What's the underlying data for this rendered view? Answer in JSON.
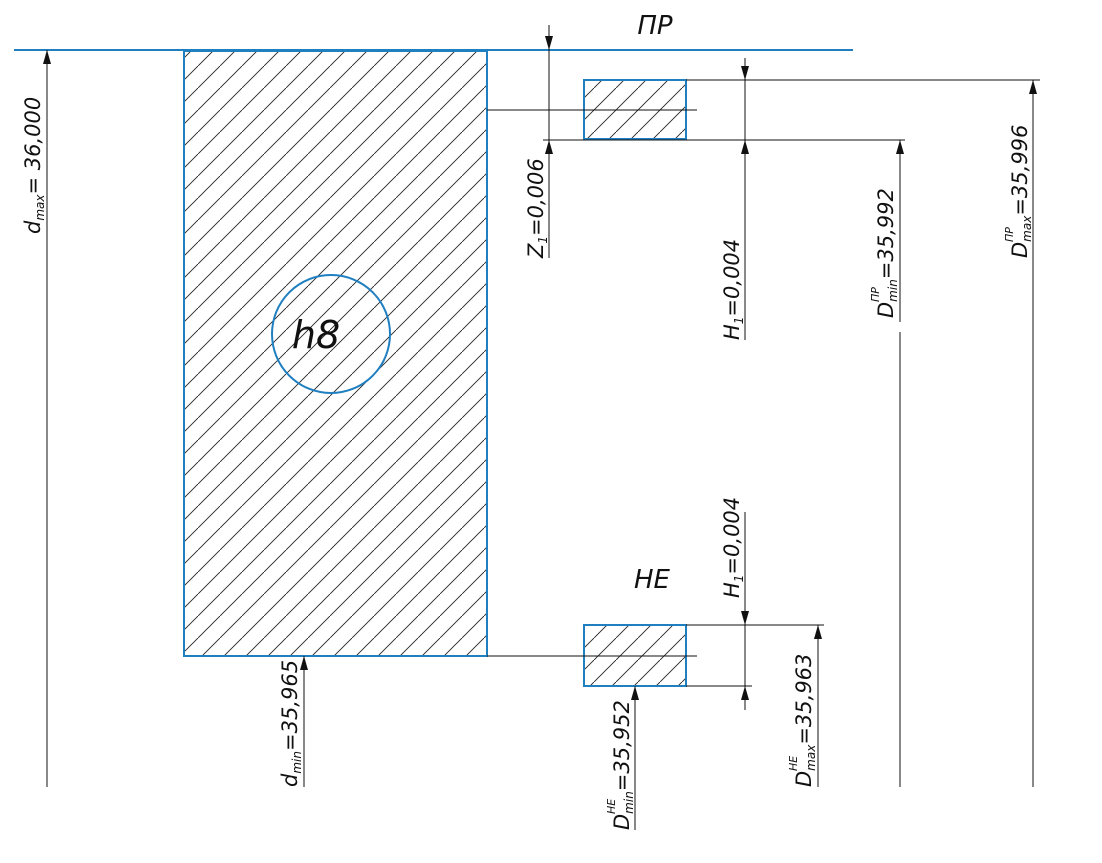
{
  "gauge_labels": {
    "go": "ПР",
    "nogo": "НЕ",
    "field": "h8"
  },
  "dimensions": {
    "d_max": {
      "main": "d",
      "sub": "max",
      "value": "= 36,000"
    },
    "d_min": {
      "main": "d",
      "sub": "min",
      "value": "=35,965"
    },
    "z1": {
      "main": "Z",
      "sub": "1",
      "value": "=0,006"
    },
    "h1_top": {
      "main": "H",
      "sub": "1",
      "value": "=0,004"
    },
    "h1_bottom": {
      "main": "H",
      "sub": "1",
      "value": "=0,004"
    },
    "pr_min": {
      "main": "D",
      "sup": "ПР",
      "sub": "min",
      "value": "=35,992"
    },
    "pr_max": {
      "main": "D",
      "sup": "ПР",
      "sub": "max",
      "value": "=35,996"
    },
    "ne_min": {
      "main": "D",
      "sup": "НЕ",
      "sub": "min",
      "value": "=35,952"
    },
    "ne_max": {
      "main": "D",
      "sup": "НЕ",
      "sub": "max",
      "value": "=35,963"
    }
  },
  "colors": {
    "outline": "#1f7fc0",
    "lines": "#111111"
  }
}
